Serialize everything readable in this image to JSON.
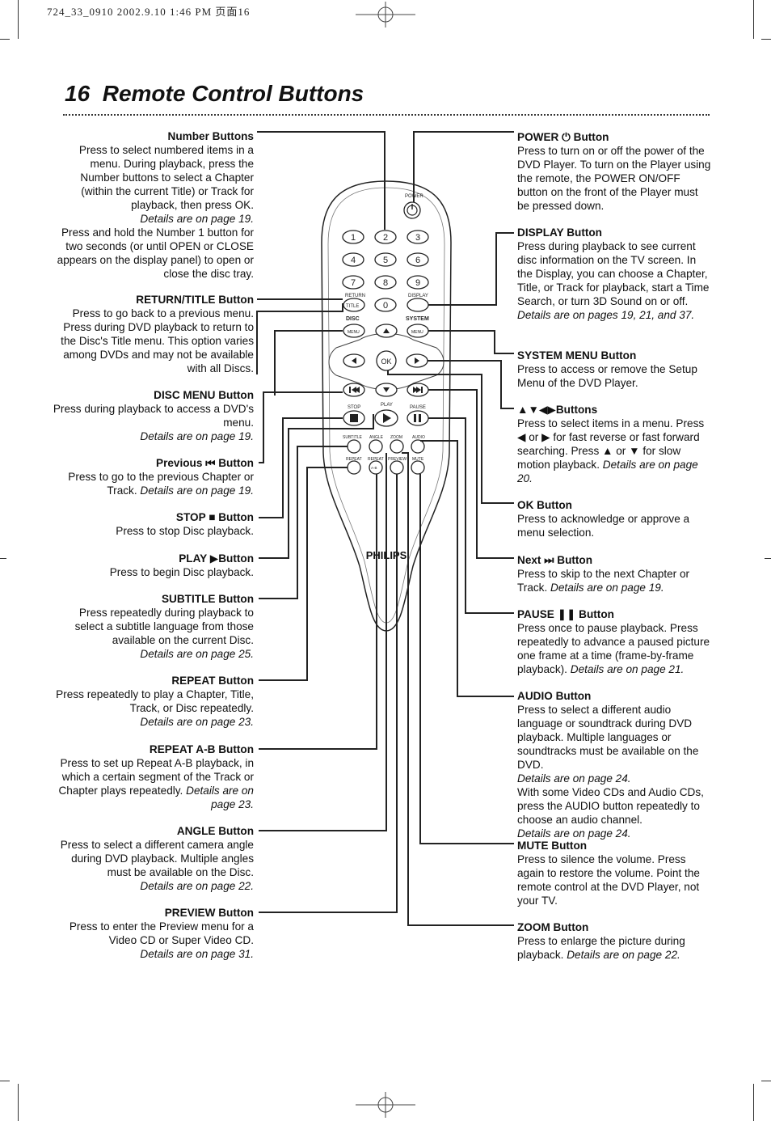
{
  "meta": {
    "print_header": "724_33_0910  2002.9.10 1:46 PM 页面16"
  },
  "page": {
    "number": "16",
    "title": "Remote Control Buttons"
  },
  "remote": {
    "brand": "PHILIPS",
    "labels": {
      "power": "POWER",
      "return": "RETURN",
      "title": "TITLE",
      "display": "DISPLAY",
      "disc": "DISC",
      "menu": "MENU",
      "system": "SYSTEM",
      "ok": "OK",
      "stop": "STOP",
      "play": "PLAY",
      "pause": "PAUSE",
      "subtitle": "SUBTITLE",
      "angle": "ANGLE",
      "zoom": "ZOOM",
      "audio": "AUDIO",
      "repeat1": "REPEAT",
      "repeat2": "REPEAT",
      "preview": "PREVIEW",
      "mute": "MUTE",
      "ab": "A-B"
    },
    "digits": [
      "1",
      "2",
      "3",
      "4",
      "5",
      "6",
      "7",
      "8",
      "9",
      "0"
    ]
  },
  "left": [
    {
      "id": "number",
      "head": "Number Buttons",
      "body": "Press to select numbered items in a menu. During playback, press the Number buttons to select a Chapter (within the current Title) or Track for playback, then press OK.",
      "ref": "Details are on page 19.",
      "body2": "Press and hold the Number 1 button for two seconds (or until OPEN or CLOSE appears on the display panel) to open or close the disc tray."
    },
    {
      "id": "return",
      "head": "RETURN/TITLE Button",
      "body": "Press to go back to a previous menu. Press during DVD playback to return to the Disc's Title menu. This option varies among DVDs and may not be available with all Discs."
    },
    {
      "id": "disc",
      "head": "DISC MENU Button",
      "body": "Press during playback to access a DVD's menu.",
      "ref": "Details are on page 19."
    },
    {
      "id": "previous",
      "head": "Previous ⏮ Button",
      "body": "Press to go to the previous Chapter or Track.",
      "ref": "Details are on page 19."
    },
    {
      "id": "stop",
      "head": "STOP ■ Button",
      "body": "Press to stop Disc playback."
    },
    {
      "id": "play",
      "head": "PLAY ▶Button",
      "body": "Press to begin Disc playback."
    },
    {
      "id": "subtitle",
      "head": "SUBTITLE Button",
      "body": "Press repeatedly during playback to select a subtitle language from those available on the current Disc.",
      "ref": "Details are on page 25."
    },
    {
      "id": "repeat",
      "head": "REPEAT Button",
      "body": "Press repeatedly to play a Chapter, Title, Track, or Disc repeatedly.",
      "ref": "Details are on page 23."
    },
    {
      "id": "repeatab",
      "head": "REPEAT A-B Button",
      "body": "Press to set up Repeat A-B playback, in which a certain segment of the Track or Chapter plays repeatedly.",
      "ref": "Details are on page 23."
    },
    {
      "id": "angle",
      "head": "ANGLE Button",
      "body": "Press to select a different camera angle during DVD playback. Multiple angles must be available on the Disc.",
      "ref": "Details are on page 22."
    },
    {
      "id": "preview",
      "head": "PREVIEW Button",
      "body": "Press to enter the Preview menu for a Video CD or Super Video CD.",
      "ref": "Details are on page 31."
    }
  ],
  "right": [
    {
      "id": "power",
      "head": "POWER ⏻ Button",
      "body": "Press to turn on or off the power of the DVD Player. To turn on the Player using the remote, the POWER ON/OFF button on the front of the Player must be pressed down."
    },
    {
      "id": "display",
      "head": "DISPLAY Button",
      "body": "Press during playback to see current disc information on the TV screen. In the Display, you can choose a Chapter, Title, or Track for playback, start a Time Search, or turn 3D Sound on or off.",
      "ref": "Details are on pages 19, 21, and 37."
    },
    {
      "id": "system",
      "head": "SYSTEM MENU Button",
      "body": "Press to access or remove the Setup Menu of the DVD Player."
    },
    {
      "id": "arrows",
      "head": "▲▼◀▶Buttons",
      "body": "Press to select items in a menu. Press ◀ or ▶ for fast reverse or fast forward searching. Press ▲ or ▼ for slow motion playback.",
      "ref": "Details are on page 20."
    },
    {
      "id": "ok",
      "head": "OK Button",
      "body": "Press to acknowledge or approve a menu selection."
    },
    {
      "id": "next",
      "head": "Next ⏭ Button",
      "body": "Press to skip to the next Chapter or Track.",
      "ref": "Details are on page 19."
    },
    {
      "id": "pause",
      "head": "PAUSE ❚❚ Button",
      "body": "Press once to pause playback. Press repeatedly to advance a paused picture one frame at a time (frame-by-frame playback).",
      "ref": "Details are on page 21."
    },
    {
      "id": "audio",
      "head": "AUDIO Button",
      "body": "Press to select a different audio language or soundtrack during DVD playback. Multiple languages or soundtracks must be available on the DVD.",
      "ref": "Details are on page 24.",
      "body2": "With some Video CDs and Audio CDs, press the AUDIO button repeatedly to choose an audio channel.",
      "ref2": "Details are on page 24."
    },
    {
      "id": "mute",
      "head": "MUTE Button",
      "body": "Press to silence the volume. Press again to restore the volume. Point the remote control at the DVD Player, not your TV."
    },
    {
      "id": "zoom",
      "head": "ZOOM Button",
      "body": "Press to enlarge the picture during playback.",
      "ref": "Details are on page 22."
    }
  ]
}
